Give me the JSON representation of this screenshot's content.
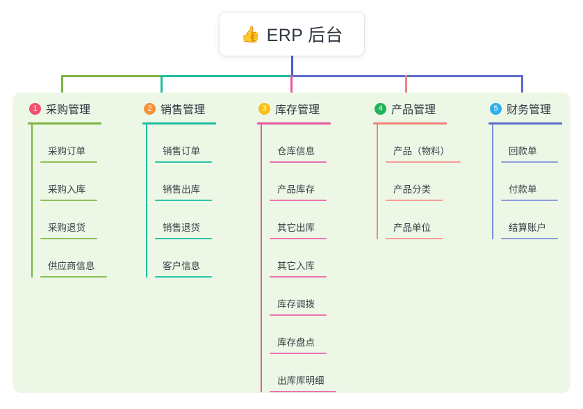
{
  "root": {
    "icon": "thumbs-up-icon",
    "emoji": "👍",
    "title": "ERP 后台"
  },
  "colors": {
    "panel_bg": "#ecf7e6",
    "trunk": "#4a5bc4",
    "col1": "#7cb342",
    "col2": "#1abc9c",
    "col3": "#e8579e",
    "col4": "#f4827c",
    "col5": "#7a8ad6",
    "badge1": "#f2506e",
    "badge2": "#f6943b",
    "badge3": "#f8c017",
    "badge4": "#21b35a",
    "badge5": "#2fb0ea"
  },
  "columns": [
    {
      "index": "1",
      "title": "采购管理",
      "badge_color": "#f2506e",
      "line_color": "#7cb342",
      "items": [
        {
          "label": "采购订单"
        },
        {
          "label": "采购入库"
        },
        {
          "label": "采购退货"
        },
        {
          "label": "供应商信息"
        }
      ]
    },
    {
      "index": "2",
      "title": "销售管理",
      "badge_color": "#f6943b",
      "line_color": "#1abc9c",
      "items": [
        {
          "label": "销售订单"
        },
        {
          "label": "销售出库"
        },
        {
          "label": "销售退货"
        },
        {
          "label": "客户信息"
        }
      ]
    },
    {
      "index": "3",
      "title": "库存管理",
      "badge_color": "#f8c017",
      "line_color": "#e8579e",
      "items": [
        {
          "label": "仓库信息"
        },
        {
          "label": "产品库存"
        },
        {
          "label": "其它出库"
        },
        {
          "label": "其它入库"
        },
        {
          "label": "库存调拨"
        },
        {
          "label": "库存盘点"
        },
        {
          "label": "出库库明细"
        }
      ]
    },
    {
      "index": "4",
      "title": "产品管理",
      "badge_color": "#21b35a",
      "line_color": "#f4827c",
      "items": [
        {
          "label": "产品（物料）"
        },
        {
          "label": "产品分类"
        },
        {
          "label": "产品单位"
        }
      ]
    },
    {
      "index": "5",
      "title": "财务管理",
      "badge_color": "#2fb0ea",
      "line_color": "#7a8ad6",
      "items": [
        {
          "label": "回款单"
        },
        {
          "label": "付款单"
        },
        {
          "label": "结算账户"
        }
      ]
    }
  ]
}
